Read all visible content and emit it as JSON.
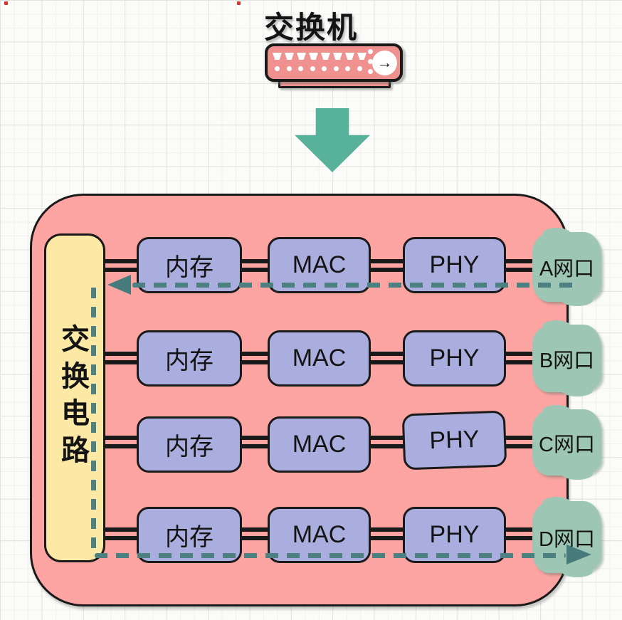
{
  "title": "交换机",
  "device": {
    "arrow_icon": "→"
  },
  "board": {
    "circuit_label": "交换电路",
    "rows": [
      {
        "memory": "内存",
        "mac": "MAC",
        "phy": "PHY",
        "port": "A网口"
      },
      {
        "memory": "内存",
        "mac": "MAC",
        "phy": "PHY",
        "port": "B网口"
      },
      {
        "memory": "内存",
        "mac": "MAC",
        "phy": "PHY",
        "port": "C网口"
      },
      {
        "memory": "内存",
        "mac": "MAC",
        "phy": "PHY",
        "port": "D网口"
      }
    ]
  },
  "colors": {
    "board_pink": "#fba4a2",
    "device_pink": "#ef918e",
    "circuit_yellow": "#fce9a5",
    "module_purple": "#a9aede",
    "port_teal": "#9dc6b5",
    "flow_dash": "#4d8181",
    "flow_arrowhead": "#477a7b",
    "big_arrow_teal": "#58b29b",
    "outline_black": "#1a1a1a"
  }
}
